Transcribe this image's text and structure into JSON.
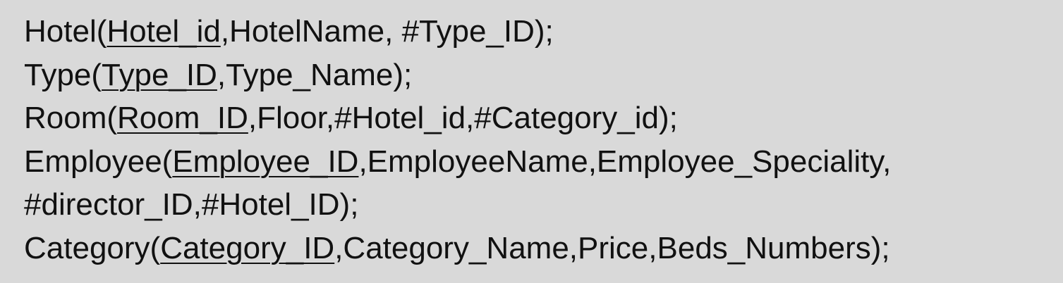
{
  "lines": [
    {
      "pre": "Hotel(",
      "pk": "Hotel_id",
      "post": ",HotelName, #Type_ID);"
    },
    {
      "pre": "Type(",
      "pk": "Type_ID",
      "post": ",Type_Name);"
    },
    {
      "pre": "Room(",
      "pk": "Room_ID",
      "post": ",Floor,#Hotel_id,#Category_id);"
    },
    {
      "pre": "Employee(",
      "pk": "Employee_ID",
      "post": ",EmployeeName,Employee_Speciality,"
    },
    {
      "text": "#director_ID,#Hotel_ID);"
    },
    {
      "pre": "Category(",
      "pk": "Category_ID",
      "post": ",Category_Name,Price,Beds_Numbers);"
    }
  ],
  "colors": {
    "background": "#d9d9d9",
    "text": "#111111"
  }
}
